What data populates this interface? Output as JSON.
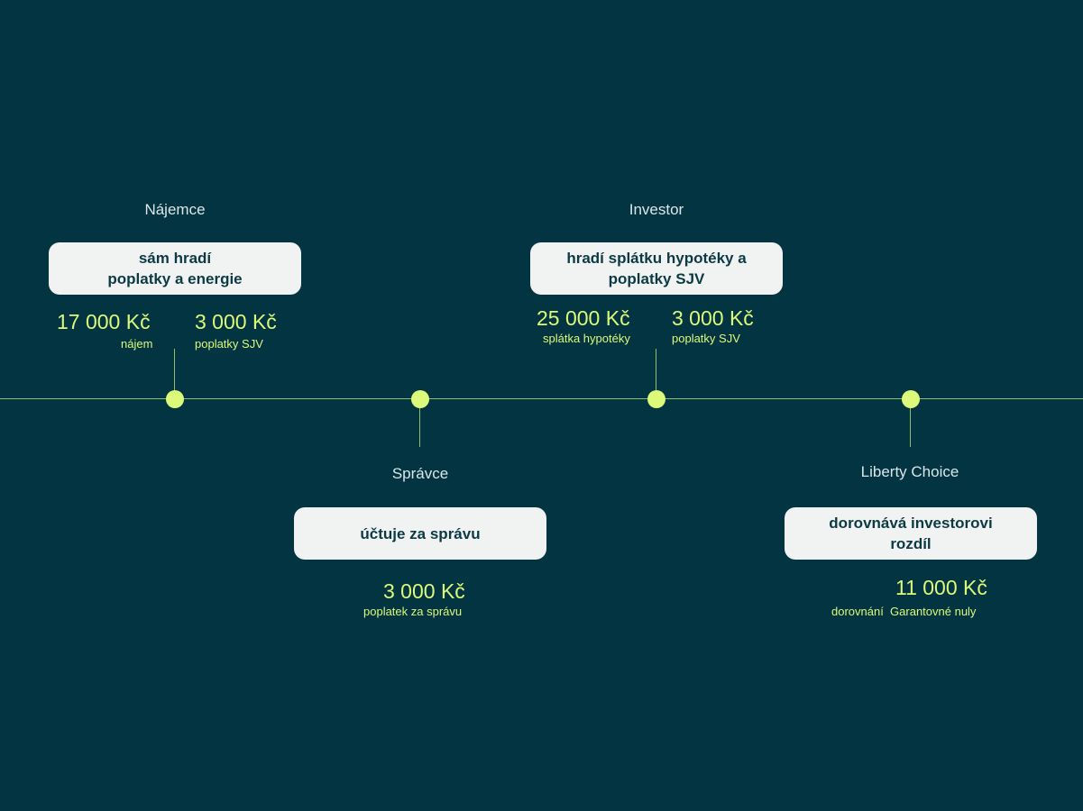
{
  "colors": {
    "background": "#033441",
    "accent": "#dcf97a",
    "card": "#f1f2f2",
    "card_text": "#0c3a44",
    "line": "#8fbf6a"
  },
  "nodes": [
    {
      "role": "Nájemce",
      "card": "sám hradí\npoplatky a energie",
      "amounts": [
        {
          "value": "17 000 Kč",
          "label": "nájem"
        },
        {
          "value": "3 000 Kč",
          "label": "poplatky SJV"
        }
      ]
    },
    {
      "role": "Správce",
      "card": "účtuje za správu",
      "amounts": [
        {
          "value": "3 000 Kč",
          "label": "poplatek za správu"
        }
      ]
    },
    {
      "role": "Investor",
      "card": "hradí splátku hypotéky a\npoplatky SJV",
      "amounts": [
        {
          "value": "25 000 Kč",
          "label": "splátka hypotéky"
        },
        {
          "value": "3 000 Kč",
          "label": "poplatky SJV"
        }
      ]
    },
    {
      "role": "Liberty Choice",
      "card": "dorovnává investorovi\nrozdíl",
      "amounts": [
        {
          "value": "11 000 Kč",
          "label": "dorovnání  Garantovné nuly"
        }
      ]
    }
  ]
}
